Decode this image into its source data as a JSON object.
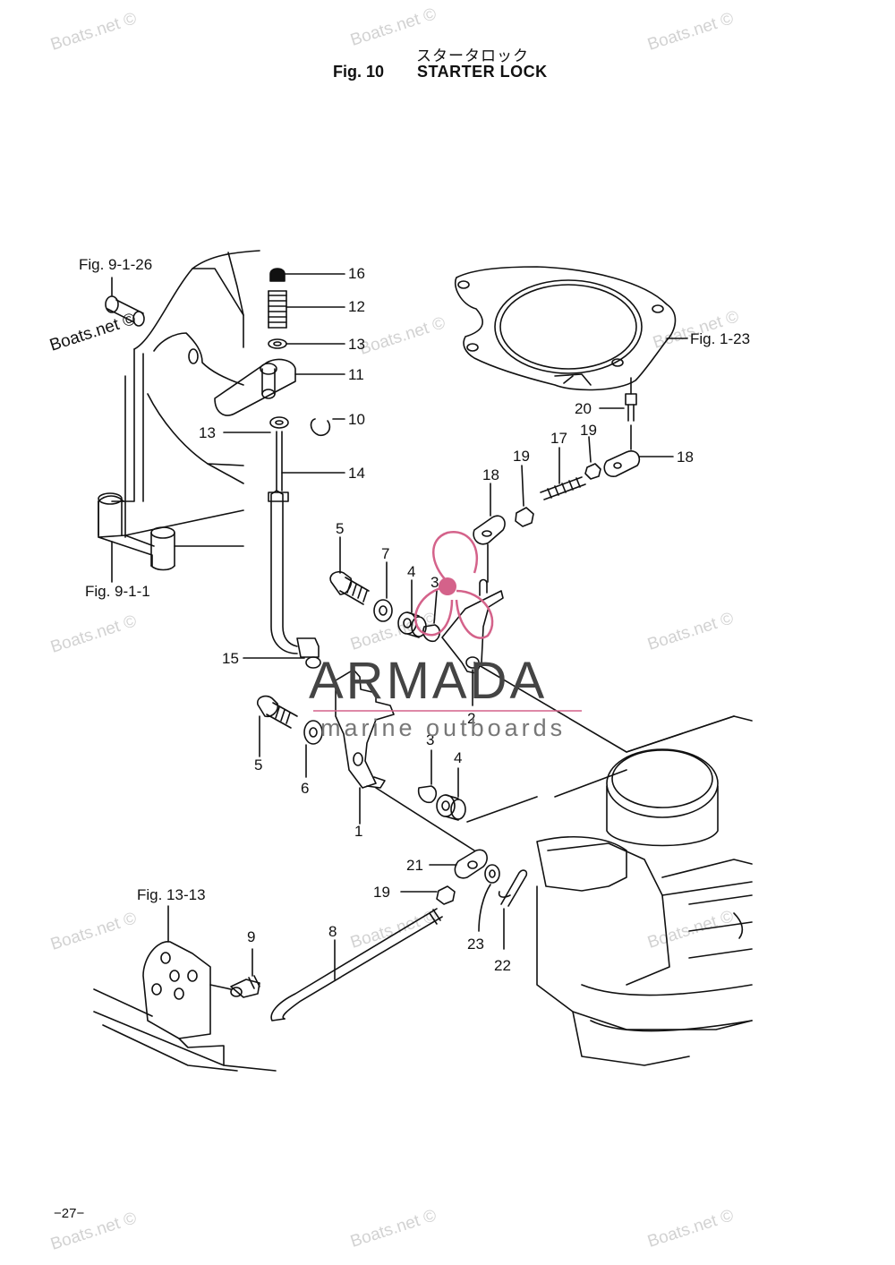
{
  "header": {
    "title_jp": "スタータロック",
    "fig_label": "Fig. 10",
    "title_en": "STARTER LOCK"
  },
  "footer": {
    "page_number": "−27−"
  },
  "watermark": {
    "text": "Boats.net ©"
  },
  "logo": {
    "name": "ARMADA",
    "tagline": "marine outboards",
    "accent_color": "#d4628a"
  },
  "references": [
    "Fig. 9-1-26",
    "Fig. 9-1-1",
    "Fig. 1-23",
    "Fig. 13-13"
  ],
  "callouts": [
    "16",
    "12",
    "13",
    "11",
    "10",
    "13",
    "14",
    "20",
    "19",
    "17",
    "18",
    "18",
    "19",
    "5",
    "7",
    "4",
    "3",
    "15",
    "2",
    "3",
    "4",
    "5",
    "6",
    "1",
    "21",
    "19",
    "23",
    "22",
    "9",
    "8"
  ]
}
